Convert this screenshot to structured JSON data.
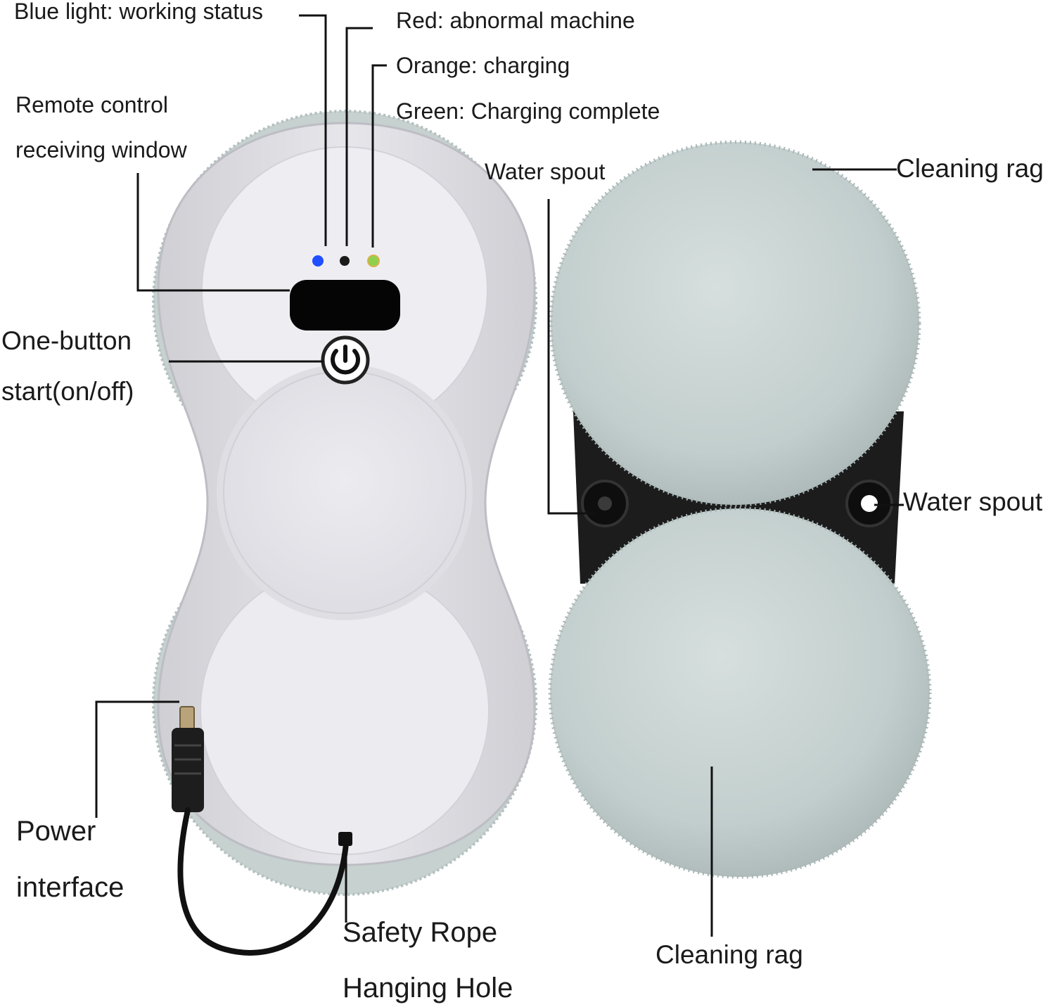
{
  "colors": {
    "led_blue": "#1f4fff",
    "led_red": "#1a1a1a",
    "led_green": "#8fd14f",
    "body": "#e9e9ee",
    "rag": "#c9d4d3",
    "bracket": "#1c1c1c"
  },
  "labels": {
    "blue_light": "Blue light: working status",
    "red": "Red: abnormal machine",
    "orange": "Orange: charging",
    "green": "Green: Charging complete",
    "remote_line1": "Remote control",
    "remote_line2": "receiving window",
    "water_spout_top": "Water spout",
    "cleaning_rag_top": "Cleaning rag",
    "one_button_line1": "One-button",
    "one_button_line2": "start(on/off)",
    "water_spout_right": "Water spout",
    "power_line1": "Power",
    "power_line2": "interface",
    "safety_line1": "Safety Rope",
    "safety_line2": "Hanging Hole",
    "cleaning_rag_bottom": "Cleaning rag"
  }
}
